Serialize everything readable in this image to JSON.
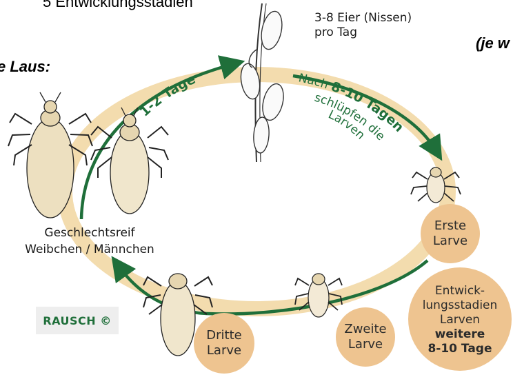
{
  "header": {
    "cut_title": "5 Entwicklungsstadien",
    "side_left": "e Laus:",
    "side_right": "(je w"
  },
  "cycle": {
    "eggs_line1": "3-8 Eier (Nissen)",
    "eggs_line2": "pro Tag",
    "arrow_top_left_label": "1-2 Tage",
    "arrow_top_right_line1_a": "Nach ",
    "arrow_top_right_line1_b": "8-10 Tagen",
    "arrow_top_right_line2": "schlüpfen die",
    "arrow_top_right_line3": "Larven",
    "adult_line1": "Geschlechtsreif",
    "adult_line2": "Weibchen / Männchen",
    "stage1_line1": "Erste",
    "stage1_line2": "Larve",
    "stage2_line1": "Zweite",
    "stage2_line2": "Larve",
    "stage3_line1": "Dritte",
    "stage3_line2": "Larve",
    "info_line1": "Entwick-",
    "info_line2": "lungsstadien",
    "info_line3": "Larven",
    "info_line4": "weitere",
    "info_line5": "8-10 Tage"
  },
  "logo": {
    "text": "RAUSCH ©"
  },
  "colors": {
    "ring": "#f3dcae",
    "arrow_green": "#1f6f3a",
    "stage_circle": "#eec490"
  },
  "icons": [
    "louse-adult-female-icon",
    "louse-adult-male-icon",
    "nits-on-hair-icon",
    "larva-icon"
  ]
}
